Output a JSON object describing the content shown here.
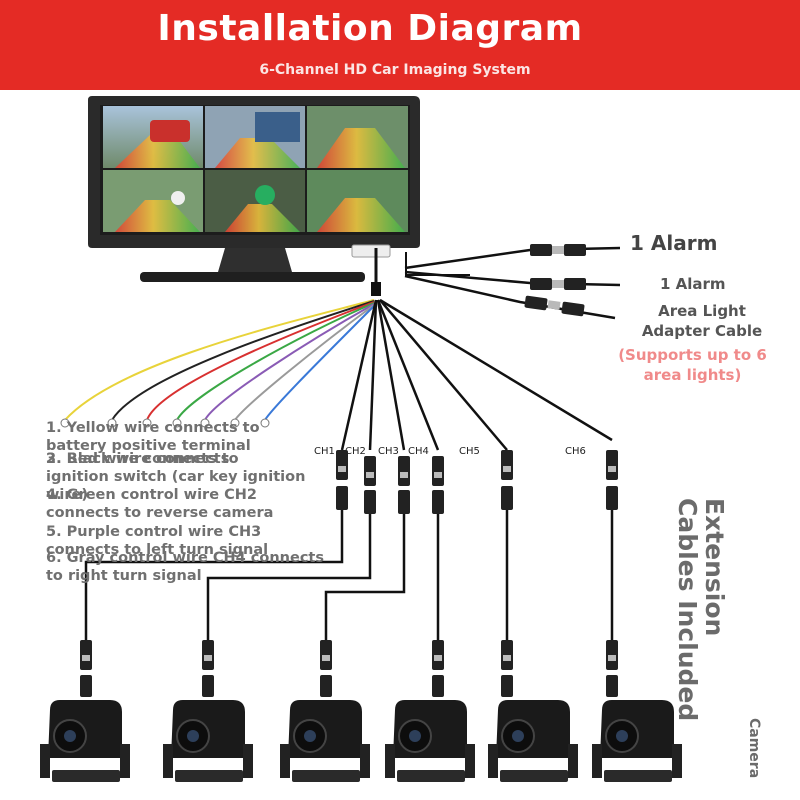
{
  "header": {
    "title": "Installation Diagram",
    "subtitle": "6-Channel HD Car Imaging System"
  },
  "right_labels": {
    "alarm_1": "1 Alarm",
    "alarm_2": "1 Alarm",
    "area_light": "Area Light Adapter Cable",
    "area_light_note": "(Supports up to 6 area lights)"
  },
  "wire_notes": [
    "1. Yellow wire connects to battery positive terminal",
    "2. Black wire connects",
    "3. Red wire connects to ignition switch (car key ignition wire)",
    "4. Green control wire CH2 connects to reverse camera",
    "5. Purple control wire CH3 connects to left turn signal",
    "6. Gray control wire CH4 connects to right turn signal"
  ],
  "channels": [
    "CH1",
    "CH2",
    "CH3",
    "CH4",
    "CH5",
    "CH6"
  ],
  "side_labels": {
    "extension": "Extension Cables Included",
    "camera": "Camera"
  },
  "colors": {
    "header_red": "#e42b25",
    "note_pink": "#f08a8a",
    "wire_yellow": "#e8d33a",
    "wire_black": "#222222",
    "wire_red": "#d83030",
    "wire_green": "#3aa845",
    "wire_purple": "#8a5bb5",
    "wire_gray": "#9a9a9a",
    "wire_blue": "#3a79d8"
  }
}
